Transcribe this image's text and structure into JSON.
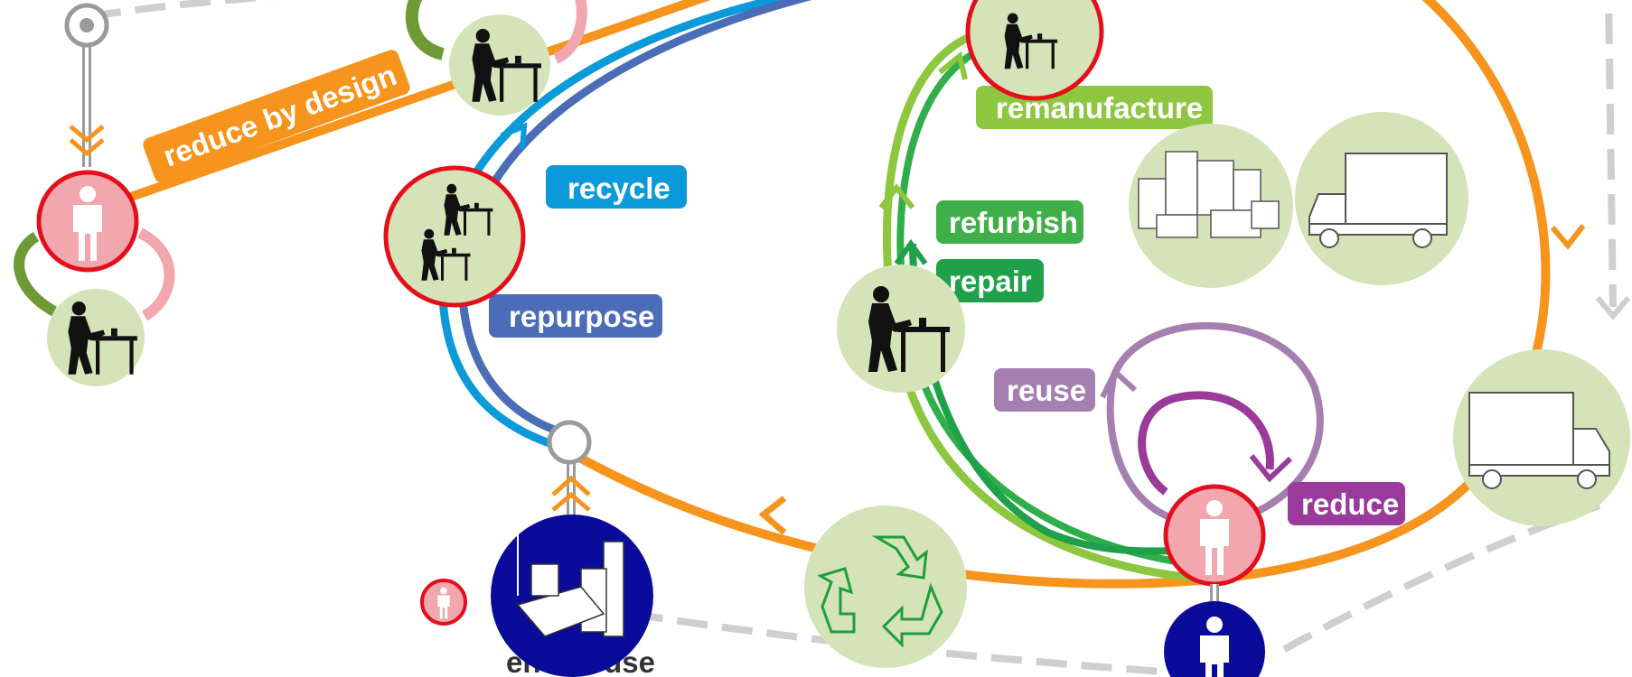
{
  "labels": {
    "reduce_by_design": "reduce by design",
    "recycle": "recycle",
    "repurpose": "repurpose",
    "remanufacture": "remanufacture",
    "refurbish": "refurbish",
    "repair": "repair",
    "reuse": "reuse",
    "reduce": "reduce",
    "end_of_use": "end of use"
  },
  "colors": {
    "orange": "#f7941d",
    "light_blue": "#0b9ad9",
    "dark_blue": "#4b6cb7",
    "lime": "#8dc63f",
    "green": "#1fa04b",
    "light_purple": "#a47fb0",
    "magenta": "#9a3a9a",
    "grey_dashed": "#cfcfcf",
    "node_green": "#d5e3b8",
    "red_ring": "#e3101b",
    "pink_person": "#f1a7ad",
    "navy": "#0b0b9a"
  },
  "icons": [
    "worker-at-bench-icon",
    "person-icon",
    "recycle-symbol-icon",
    "truck-icon",
    "furniture-pile-icon",
    "office-furniture-icon"
  ]
}
